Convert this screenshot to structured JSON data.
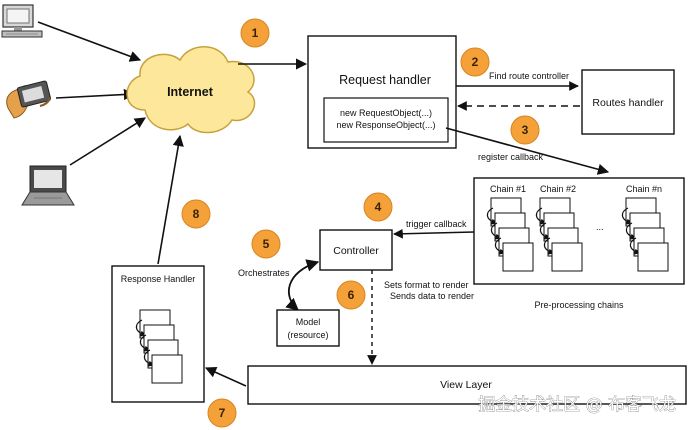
{
  "colors": {
    "step_badge": "#f5a13a",
    "cloud_fill": "#fde79a",
    "cloud_stroke": "#c7a23c",
    "line": "#111111"
  },
  "nodes": {
    "internet": "Internet",
    "request_handler": "Request handler",
    "request_object": "new RequestObject(...)",
    "response_object": "new ResponseObject(...)",
    "routes_handler": "Routes handler",
    "controller": "Controller",
    "model_line1": "Model",
    "model_line2": "(resource)",
    "response_handler": "Response Handler",
    "view_layer": "View Layer",
    "chain_1": "Chain #1",
    "chain_2": "Chain #2",
    "chain_n": "Chain #n",
    "chain_ellipsis": "...",
    "preprocessing_chains": "Pre-processing chains"
  },
  "edge_labels": {
    "find_route_controller": "Find route controller",
    "register_callback": "register callback",
    "trigger_callback": "trigger callback",
    "orchestrates": "Orchestrates",
    "sets_format": "Sets format to render",
    "sends_data": "Sends data to render"
  },
  "steps": [
    "1",
    "2",
    "3",
    "4",
    "5",
    "6",
    "7",
    "8"
  ],
  "devices": [
    "desktop-computer-icon",
    "handheld-device-icon",
    "laptop-icon"
  ],
  "watermark": "掘金技术社区 @ 布客飞龙"
}
